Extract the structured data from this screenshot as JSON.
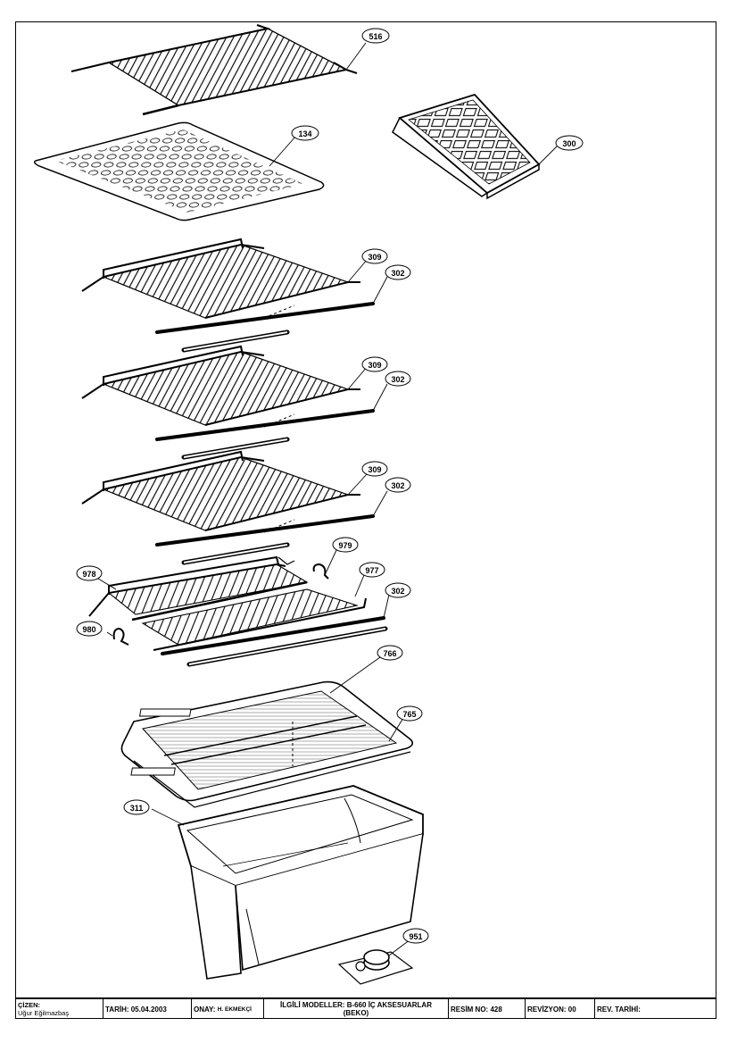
{
  "callouts": {
    "c516": "516",
    "c134": "134",
    "c300": "300",
    "c309a": "309",
    "c302a": "302",
    "c309b": "309",
    "c302b": "302",
    "c309c": "309",
    "c302c": "302",
    "c979": "979",
    "c978": "978",
    "c977": "977",
    "c302d": "302",
    "c980": "980",
    "c766": "766",
    "c765": "765",
    "c311": "311",
    "c951": "951"
  },
  "title_block": {
    "cizen_label": "ÇİZEN:",
    "cizen_name": "Uğur Eğilmazbaş",
    "tarih": "TARİH: 05.04.2003",
    "onay_label": "ONAY:",
    "onay_name": "H. EKMEKÇİ",
    "modeller_line1": "İLGİLİ MODELLER: B-660 İÇ AKSESUARLAR",
    "modeller_line2": "(BEKO)",
    "resim_no": "RESİM NO: 428",
    "revizyon": "REVİZYON: 00",
    "rev_tarihi": "REV. TARİHİ:"
  }
}
